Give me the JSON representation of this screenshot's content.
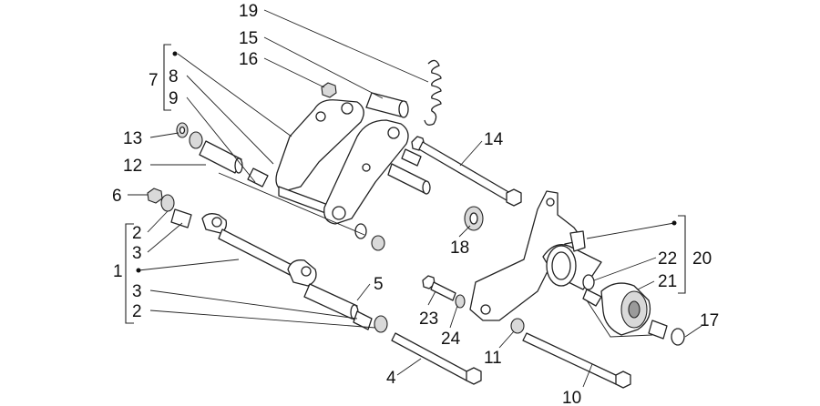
{
  "labels": {
    "l1": "1",
    "l2a": "2",
    "l2b": "2",
    "l3a": "3",
    "l3b": "3",
    "l4": "4",
    "l5": "5",
    "l6": "6",
    "l7": "7",
    "l8": "8",
    "l9": "9",
    "l10": "10",
    "l11": "11",
    "l12": "12",
    "l13": "13",
    "l14": "14",
    "l15": "15",
    "l16": "16",
    "l17": "17",
    "l18": "18",
    "l19": "19",
    "l20": "20",
    "l21": "21",
    "l22": "22",
    "l23": "23",
    "l24": "24"
  }
}
